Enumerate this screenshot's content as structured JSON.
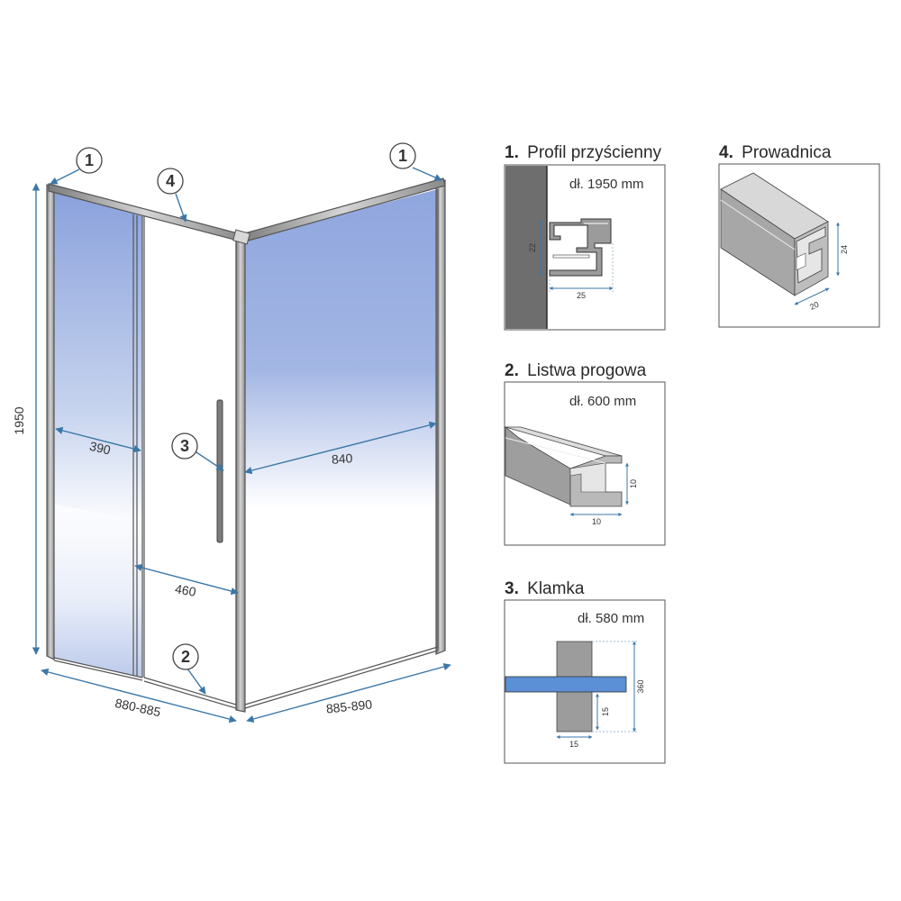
{
  "diagram": {
    "callouts": [
      "1",
      "1",
      "4",
      "3",
      "2"
    ],
    "dimensions": {
      "height": "1950",
      "left_panel_width": "390",
      "right_panel_width": "840",
      "door_opening": "460",
      "front_width": "880-885",
      "side_width": "885-890"
    }
  },
  "details": [
    {
      "num": "1.",
      "title": "Profil przyścienny",
      "length": "dł. 1950 mm",
      "dims": [
        "22",
        "25"
      ]
    },
    {
      "num": "4.",
      "title": "Prowadnica",
      "length": "",
      "dims": [
        "24",
        "20"
      ]
    },
    {
      "num": "2.",
      "title": "Listwa progowa",
      "length": "dł. 600 mm",
      "dims": [
        "10",
        "10"
      ]
    },
    {
      "num": "3.",
      "title": "Klamka",
      "length": "dł. 580 mm",
      "dims": [
        "360",
        "15",
        "15"
      ]
    }
  ],
  "colors": {
    "dimension_blue": "#3b77a8",
    "glass_blue": "#8fa6dd",
    "profile_grey": "#a9a9a9"
  }
}
